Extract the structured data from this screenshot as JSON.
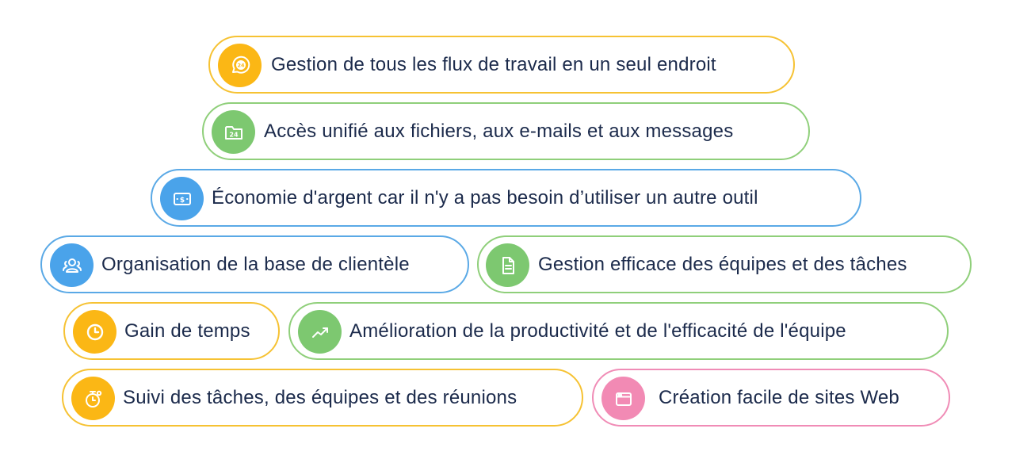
{
  "items": [
    {
      "label": "Gestion de tous les flux de travail en un seul endroit",
      "color": "yellow",
      "icon": "chat-24-icon"
    },
    {
      "label": "Accès unifié aux fichiers, aux e-mails et aux messages",
      "color": "green",
      "icon": "folder-24-icon"
    },
    {
      "label": "Économie d'argent car il n'y a pas besoin d’utiliser un autre outil",
      "color": "blue",
      "icon": "money-icon"
    },
    {
      "label": "Organisation de la base de clientèle",
      "color": "blue",
      "icon": "users-icon"
    },
    {
      "label": "Gestion efficace des équipes et des tâches",
      "color": "green",
      "icon": "document-icon"
    },
    {
      "label": "Gain de temps",
      "color": "yellow",
      "icon": "clock-icon"
    },
    {
      "label": "Amélioration de la productivité et de l'efficacité de l'équipe",
      "color": "green",
      "icon": "trend-up-icon"
    },
    {
      "label": "Suivi des tâches, des équipes et des réunions",
      "color": "yellow",
      "icon": "stopwatch-icon"
    },
    {
      "label": "Création facile de sites Web",
      "color": "pink",
      "icon": "browser-window-icon"
    }
  ],
  "colors": {
    "yellow": "#fbb715",
    "green": "#7dc870",
    "blue": "#4aa3ea",
    "pink": "#f28ab4",
    "text": "#1b2a4b"
  }
}
